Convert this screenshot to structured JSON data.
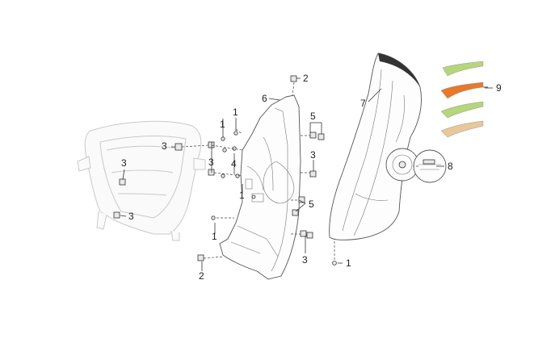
{
  "callouts": [
    {
      "id": "c1a",
      "text": "1"
    },
    {
      "id": "c1b",
      "text": "1"
    },
    {
      "id": "c1c",
      "text": "1"
    },
    {
      "id": "c1d",
      "text": "1"
    },
    {
      "id": "c2a",
      "text": "2"
    },
    {
      "id": "c2b",
      "text": "2"
    },
    {
      "id": "c3a",
      "text": "3"
    },
    {
      "id": "c3b",
      "text": "3"
    },
    {
      "id": "c3c",
      "text": "3"
    },
    {
      "id": "c3d",
      "text": "3"
    },
    {
      "id": "c3e",
      "text": "3"
    },
    {
      "id": "c3f",
      "text": "3"
    },
    {
      "id": "c4",
      "text": "4"
    },
    {
      "id": "c5a",
      "text": "5"
    },
    {
      "id": "c5b",
      "text": "5"
    },
    {
      "id": "c6",
      "text": "6"
    },
    {
      "id": "c7",
      "text": "7"
    },
    {
      "id": "c8",
      "text": "8"
    },
    {
      "id": "c9",
      "text": "9"
    }
  ],
  "colors": {
    "stripe_green": "#b5d67a",
    "stripe_orange": "#e8782a",
    "outline": "#555555",
    "ghost": "#c9c9c9"
  }
}
